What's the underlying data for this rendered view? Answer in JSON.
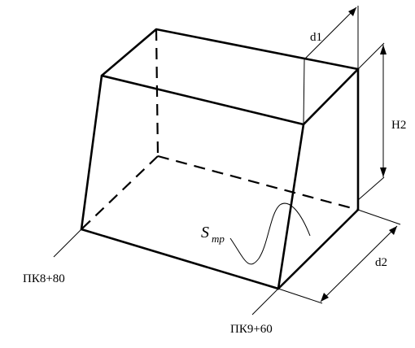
{
  "labels": {
    "d1": "d1",
    "h2": "H2",
    "d2": "d2",
    "s_main": "S",
    "s_sub": "тр",
    "pk_left": "ПК8+80",
    "pk_right": "ПК9+60"
  },
  "colors": {
    "stroke": "#000000",
    "background": "#ffffff"
  }
}
